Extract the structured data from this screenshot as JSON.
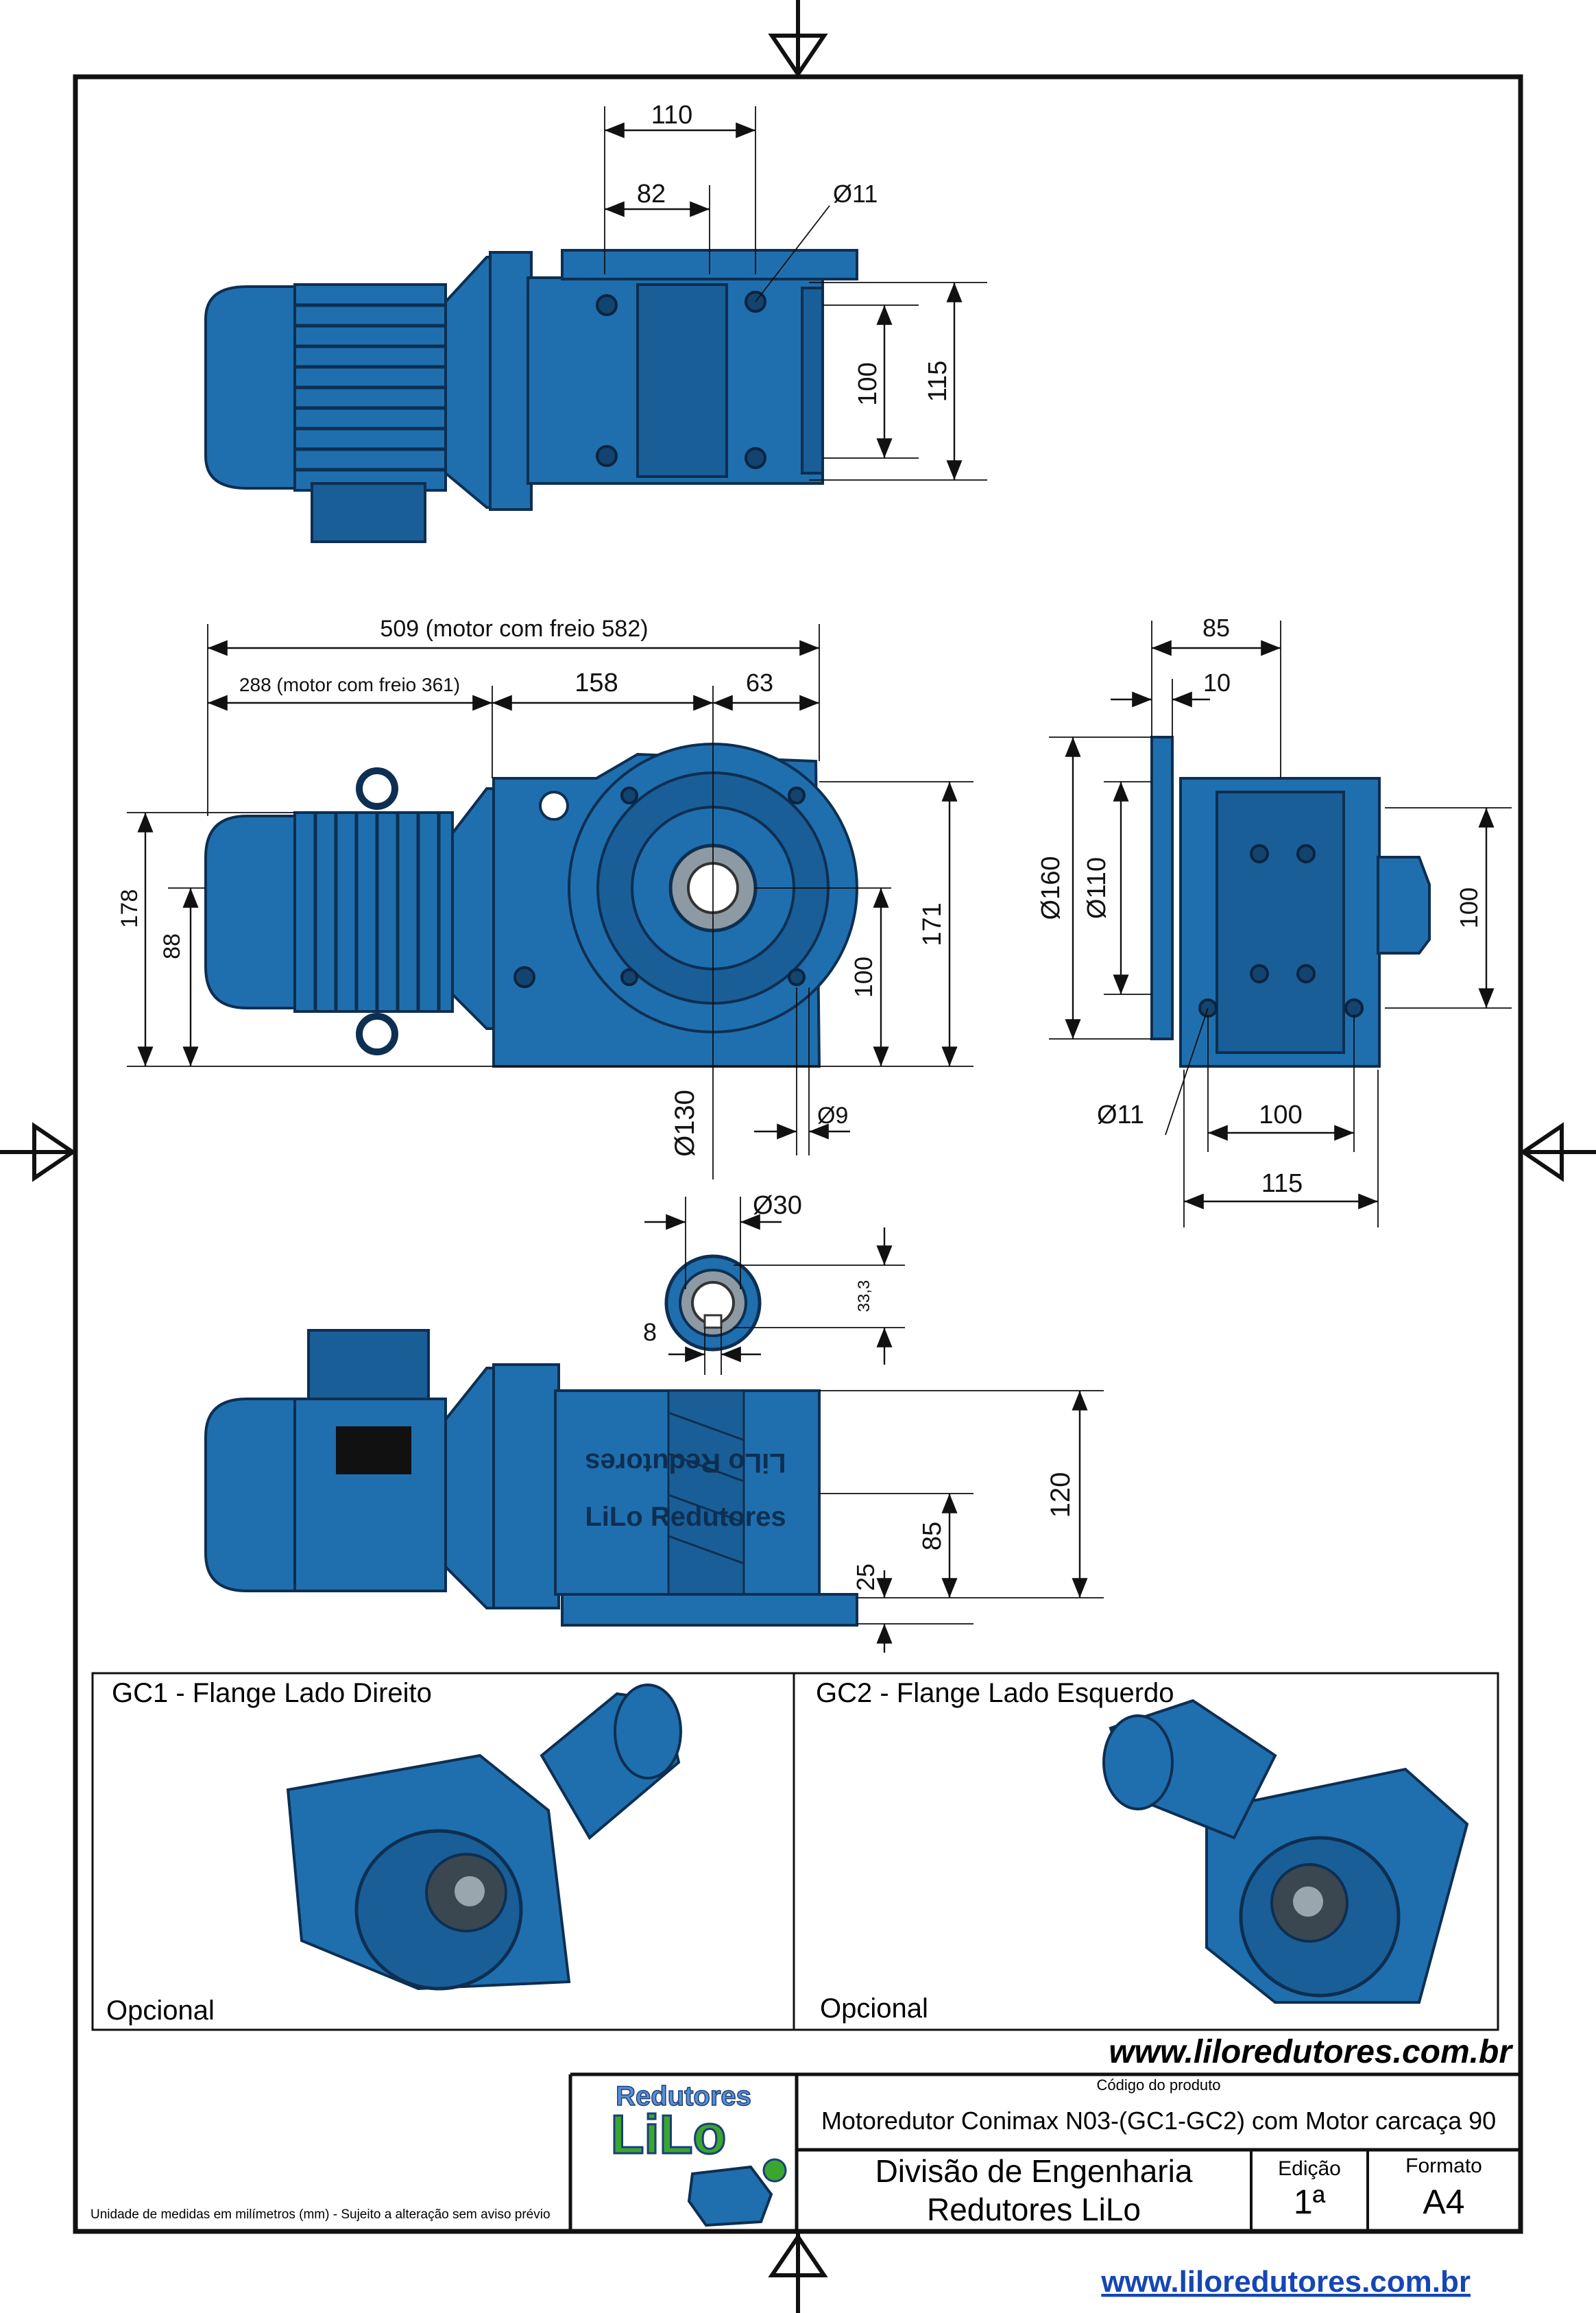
{
  "top_view": {
    "dims": {
      "d110": "110",
      "d82": "82",
      "d11": "Ø11",
      "d100": "100",
      "d115": "115"
    }
  },
  "front_view": {
    "dims": {
      "d509": "509 (motor com freio 582)",
      "d288": "288 (motor com freio 361)",
      "d158": "158",
      "d63": "63",
      "d178": "178",
      "d88": "88",
      "d100": "100",
      "d171": "171",
      "d130": "Ø130",
      "d9": "Ø9"
    }
  },
  "side_view": {
    "dims": {
      "d85": "85",
      "d10": "10",
      "d160": "Ø160",
      "d110": "Ø110",
      "d100v": "100",
      "d11": "Ø11",
      "d100h": "100",
      "d115": "115"
    }
  },
  "shaft_section": {
    "dims": {
      "d30": "Ø30",
      "d8": "8",
      "d33": "33,3"
    }
  },
  "bottom_view": {
    "dims": {
      "d120": "120",
      "d85": "85",
      "d25": "25"
    },
    "casting_text_1": "LiLo Redutores",
    "casting_text_2": "LiLo Redutores"
  },
  "options": {
    "gc1_title": "GC1 - Flange Lado Direito",
    "gc1_note": "Opcional",
    "gc2_title": "GC2 - Flange Lado Esquerdo",
    "gc2_note": "Opcional"
  },
  "title_block": {
    "website": "www.liloredutores.com.br",
    "logo_top": "Redutores",
    "logo_main": "LiLo",
    "code_label": "Código do produto",
    "product": "Motoredutor Conimax N03-(GC1-GC2) com Motor carcaça 90",
    "division_line1": "Divisão de Engenharia",
    "division_line2": "Redutores LiLo",
    "edition_label": "Edição",
    "edition_value": "1ª",
    "format_label": "Formato",
    "format_value": "A4",
    "disclaimer": "Unidade de medidas em milímetros (mm) - Sujeito a alteração sem aviso prévio"
  },
  "footer_link": "www.liloredutores.com.br",
  "colors": {
    "product_blue": "#1f6fae",
    "outline": "#0d2f52",
    "link_blue": "#1546b4",
    "logo_green": "#3aa62e"
  }
}
